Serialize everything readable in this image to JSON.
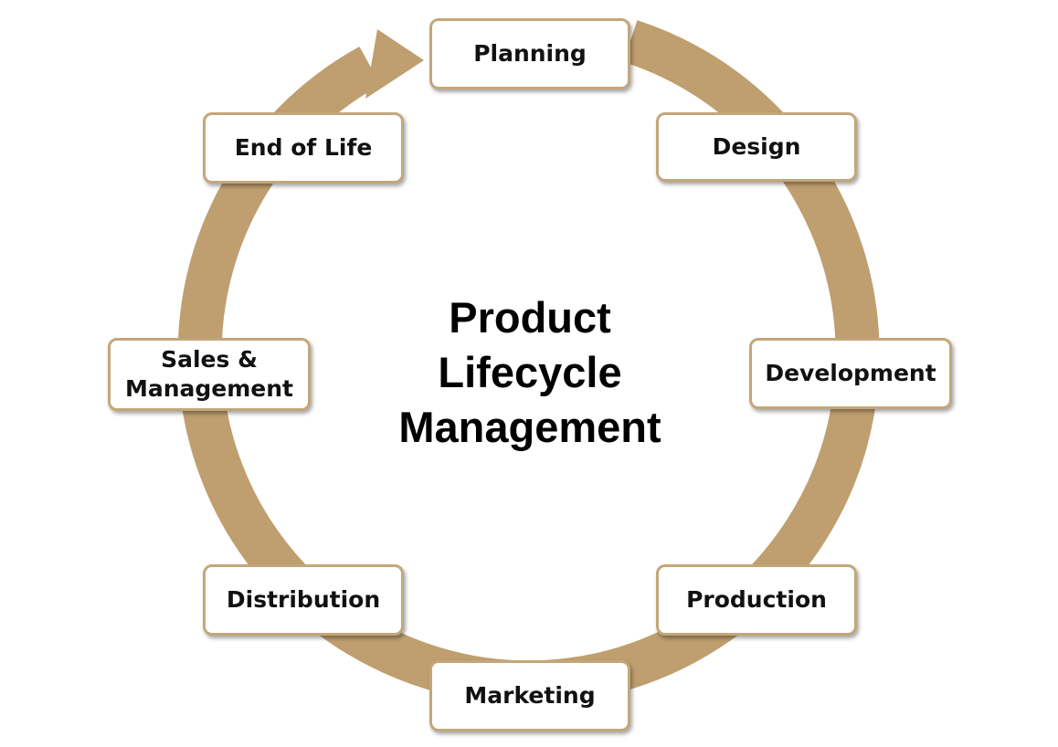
{
  "diagram": {
    "title_lines": [
      "Product",
      "Lifecycle",
      "Management"
    ],
    "stages": [
      {
        "key": "planning",
        "label": "Planning"
      },
      {
        "key": "design",
        "label": "Design"
      },
      {
        "key": "development",
        "label": "Development"
      },
      {
        "key": "production",
        "label": "Production"
      },
      {
        "key": "marketing",
        "label": "Marketing"
      },
      {
        "key": "distribution",
        "label": "Distribution"
      },
      {
        "key": "sales-management",
        "label": "Sales &\nManagement"
      },
      {
        "key": "end-of-life",
        "label": "End of Life"
      }
    ],
    "colors": {
      "ring": "#bf9f6f",
      "box_border": "#c3a77a",
      "text": "#111111"
    }
  }
}
